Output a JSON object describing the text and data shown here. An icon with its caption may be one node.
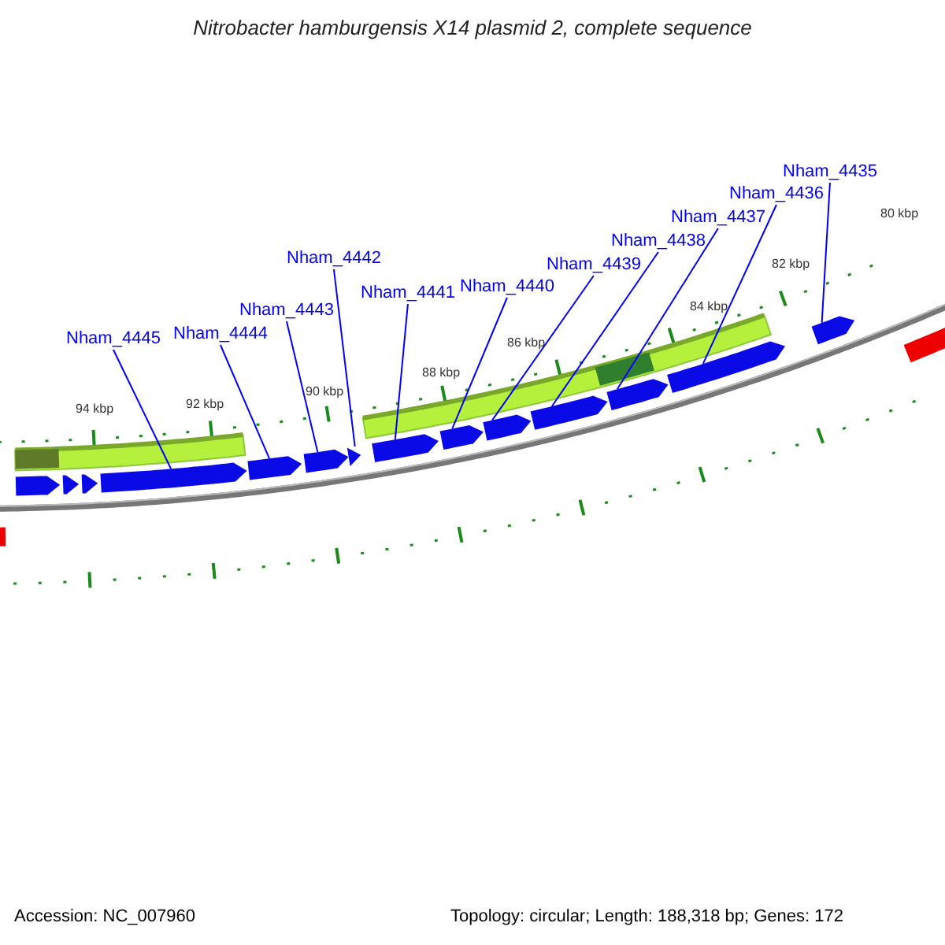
{
  "diagram": {
    "title": "Nitrobacter hamburgensis X14 plasmid 2, complete sequence",
    "nodes": [
      {
        "text": [
          "Nham_4445"
        ]
      },
      {
        "text": [
          "Nham_4444"
        ]
      },
      {
        "text": [
          "Nham_4443"
        ]
      },
      {
        "text": [
          "Nham_4442"
        ]
      },
      {
        "text": [
          "Nham_4441"
        ]
      },
      {
        "text": [
          "Nham_4440"
        ]
      },
      {
        "text": [
          "Nham_4439"
        ]
      },
      {
        "text": [
          "Nham_4438"
        ]
      },
      {
        "text": [
          "Nham_4437"
        ]
      },
      {
        "text": [
          "Nham_4436"
        ]
      },
      {
        "text": [
          "Nham_4435"
        ]
      },
      {
        "text": [],
        "shape": "bar"
      },
      {
        "text": [],
        "shape": "arrow"
      },
      {
        "text": [],
        "shape": "arrow"
      },
      {
        "text": [],
        "shape": "arrow"
      },
      {
        "text": [],
        "shape": "arrow"
      },
      {
        "text": [],
        "shape": "arrow"
      },
      {
        "text": [],
        "shape": "arrow"
      },
      {
        "text": [],
        "shape": "arrow"
      },
      {
        "text": [],
        "shape": "arrow"
      },
      {
        "text": [],
        "shape": "arrow"
      },
      {
        "text": [],
        "shape": "arrow"
      },
      {
        "text": [],
        "shape": "arrow"
      },
      {
        "text": [],
        "shape": "arrow"
      },
      {
        "text": [],
        "shape": "arrow"
      },
      {
        "text": [],
        "shape": "arrow"
      },
      {
        "text": [],
        "shape": "bar"
      }
    ],
    "edges": [
      {
        "from": 0,
        "to": 15,
        "arrow": "none"
      },
      {
        "from": 1,
        "to": 16,
        "arrow": "none"
      },
      {
        "from": 2,
        "to": 17,
        "arrow": "none"
      },
      {
        "from": 3,
        "to": 18,
        "arrow": "none"
      },
      {
        "from": 4,
        "to": 19,
        "arrow": "none"
      },
      {
        "from": 5,
        "to": 20,
        "arrow": "none"
      },
      {
        "from": 6,
        "to": 21,
        "arrow": "none"
      },
      {
        "from": 7,
        "to": 22,
        "arrow": "none"
      },
      {
        "from": 8,
        "to": 23,
        "arrow": "none"
      },
      {
        "from": 9,
        "to": 24,
        "arrow": "none"
      },
      {
        "from": 10,
        "to": 25,
        "arrow": "none"
      }
    ],
    "labels": [
      "80 kbp",
      "82 kbp",
      "84 kbp",
      "86 kbp",
      "88 kbp",
      "90 kbp",
      "92 kbp",
      "94 kbp",
      "Accession: NC_007960",
      "Topology: circular; Length: 188,318 bp; Genes: 172"
    ]
  }
}
